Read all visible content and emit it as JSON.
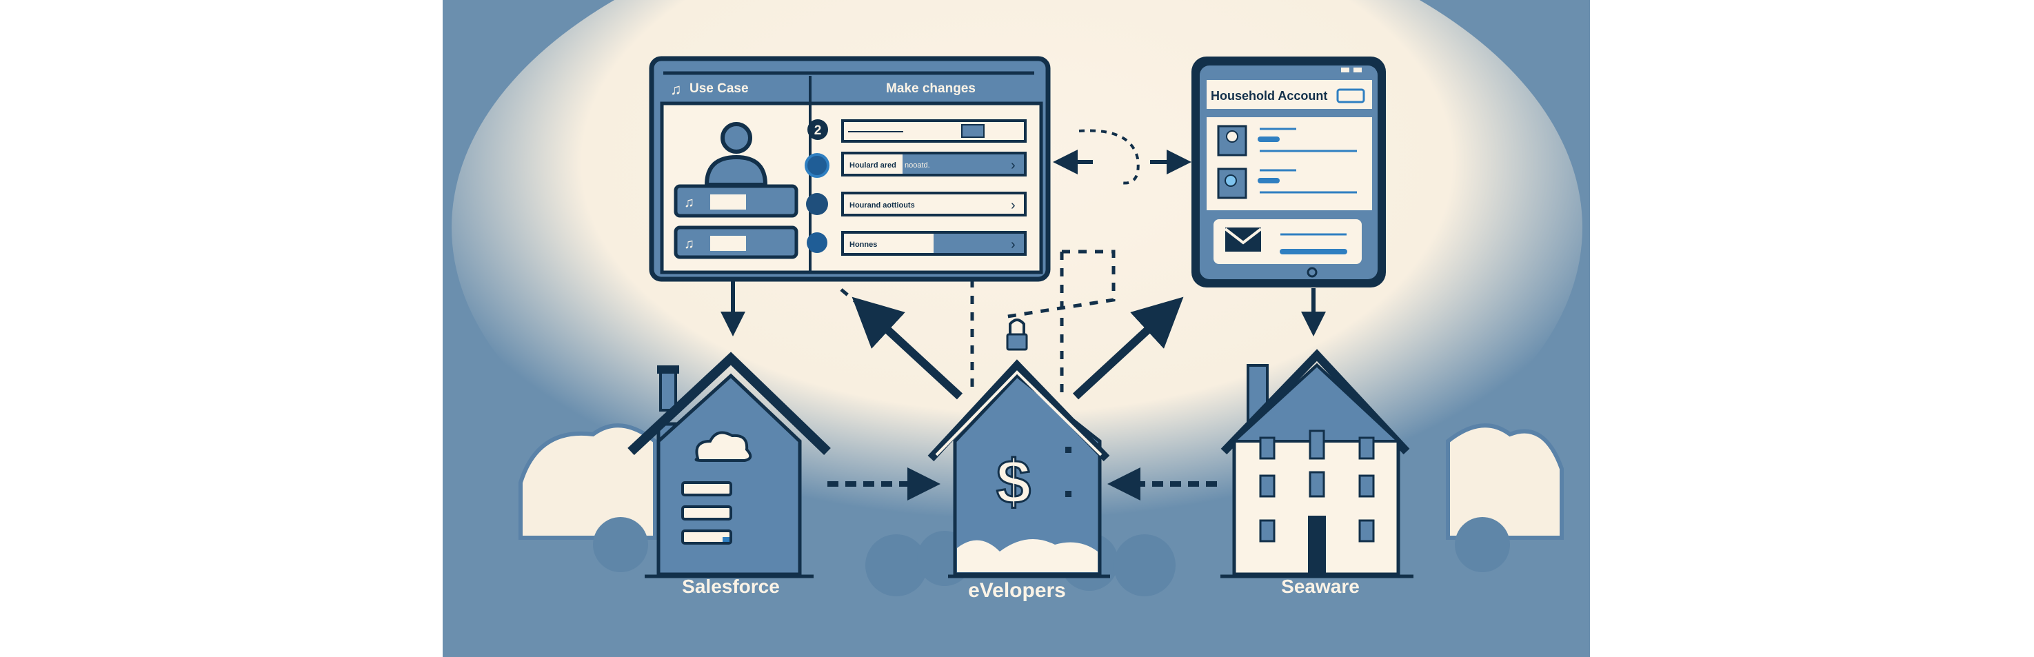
{
  "colors": {
    "background": "#6b8fae",
    "glow": "#fbf3e6",
    "dark": "#12304a",
    "mid": "#5a82a8",
    "accent": "#2f7fc1"
  },
  "left_window": {
    "header_left": "Use Case",
    "header_right": "Make changes",
    "rows": [
      {
        "label": "",
        "extra": ""
      },
      {
        "label": "Houlard ared",
        "extra": "nooatd."
      },
      {
        "label": "Hourand aottiouts",
        "extra": ""
      },
      {
        "label": "Honnes",
        "extra": ""
      }
    ],
    "step_badge": "2"
  },
  "tablet": {
    "title": "Household Account"
  },
  "houses": [
    {
      "label": "Salesforce"
    },
    {
      "label": "eVelopers"
    },
    {
      "label": "Seaware"
    }
  ],
  "icons": {
    "dollar": "$"
  }
}
